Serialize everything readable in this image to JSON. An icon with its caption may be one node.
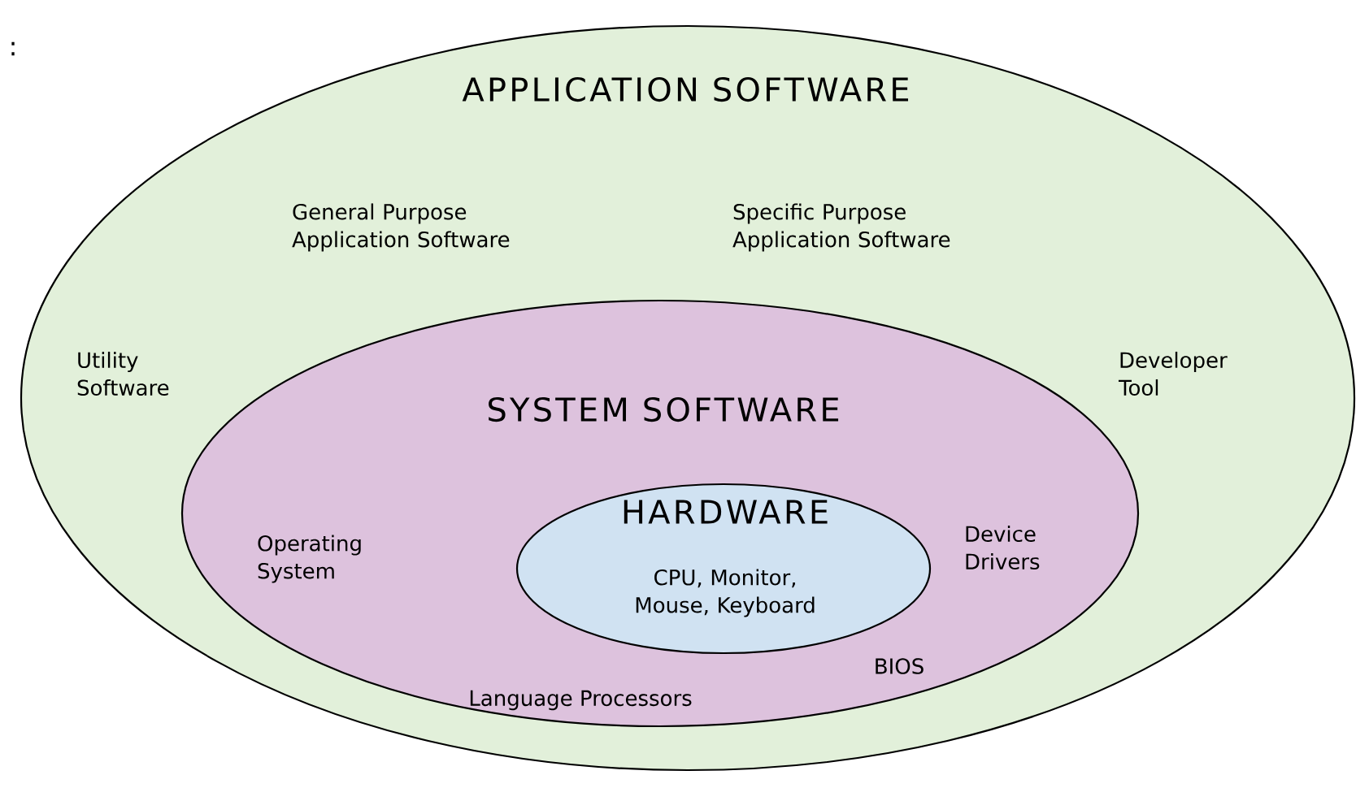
{
  "diagram": {
    "nodes": [
      {
        "text": [
          "APPLICATION SOFTWARE",
          "General Purpose Application Software",
          "Specific Purpose Application Software",
          "Utility Software",
          "Developer Tool"
        ]
      },
      {
        "text": [
          "SYSTEM SOFTWARE",
          "Operating System",
          "Device Drivers",
          "BIOS",
          "Language Processors"
        ],
        "in": 0
      },
      {
        "text": [
          "HARDWARE",
          "CPU, Monitor, Mouse, Keyboard"
        ],
        "in": 1
      }
    ],
    "labels": [
      ":"
    ]
  }
}
